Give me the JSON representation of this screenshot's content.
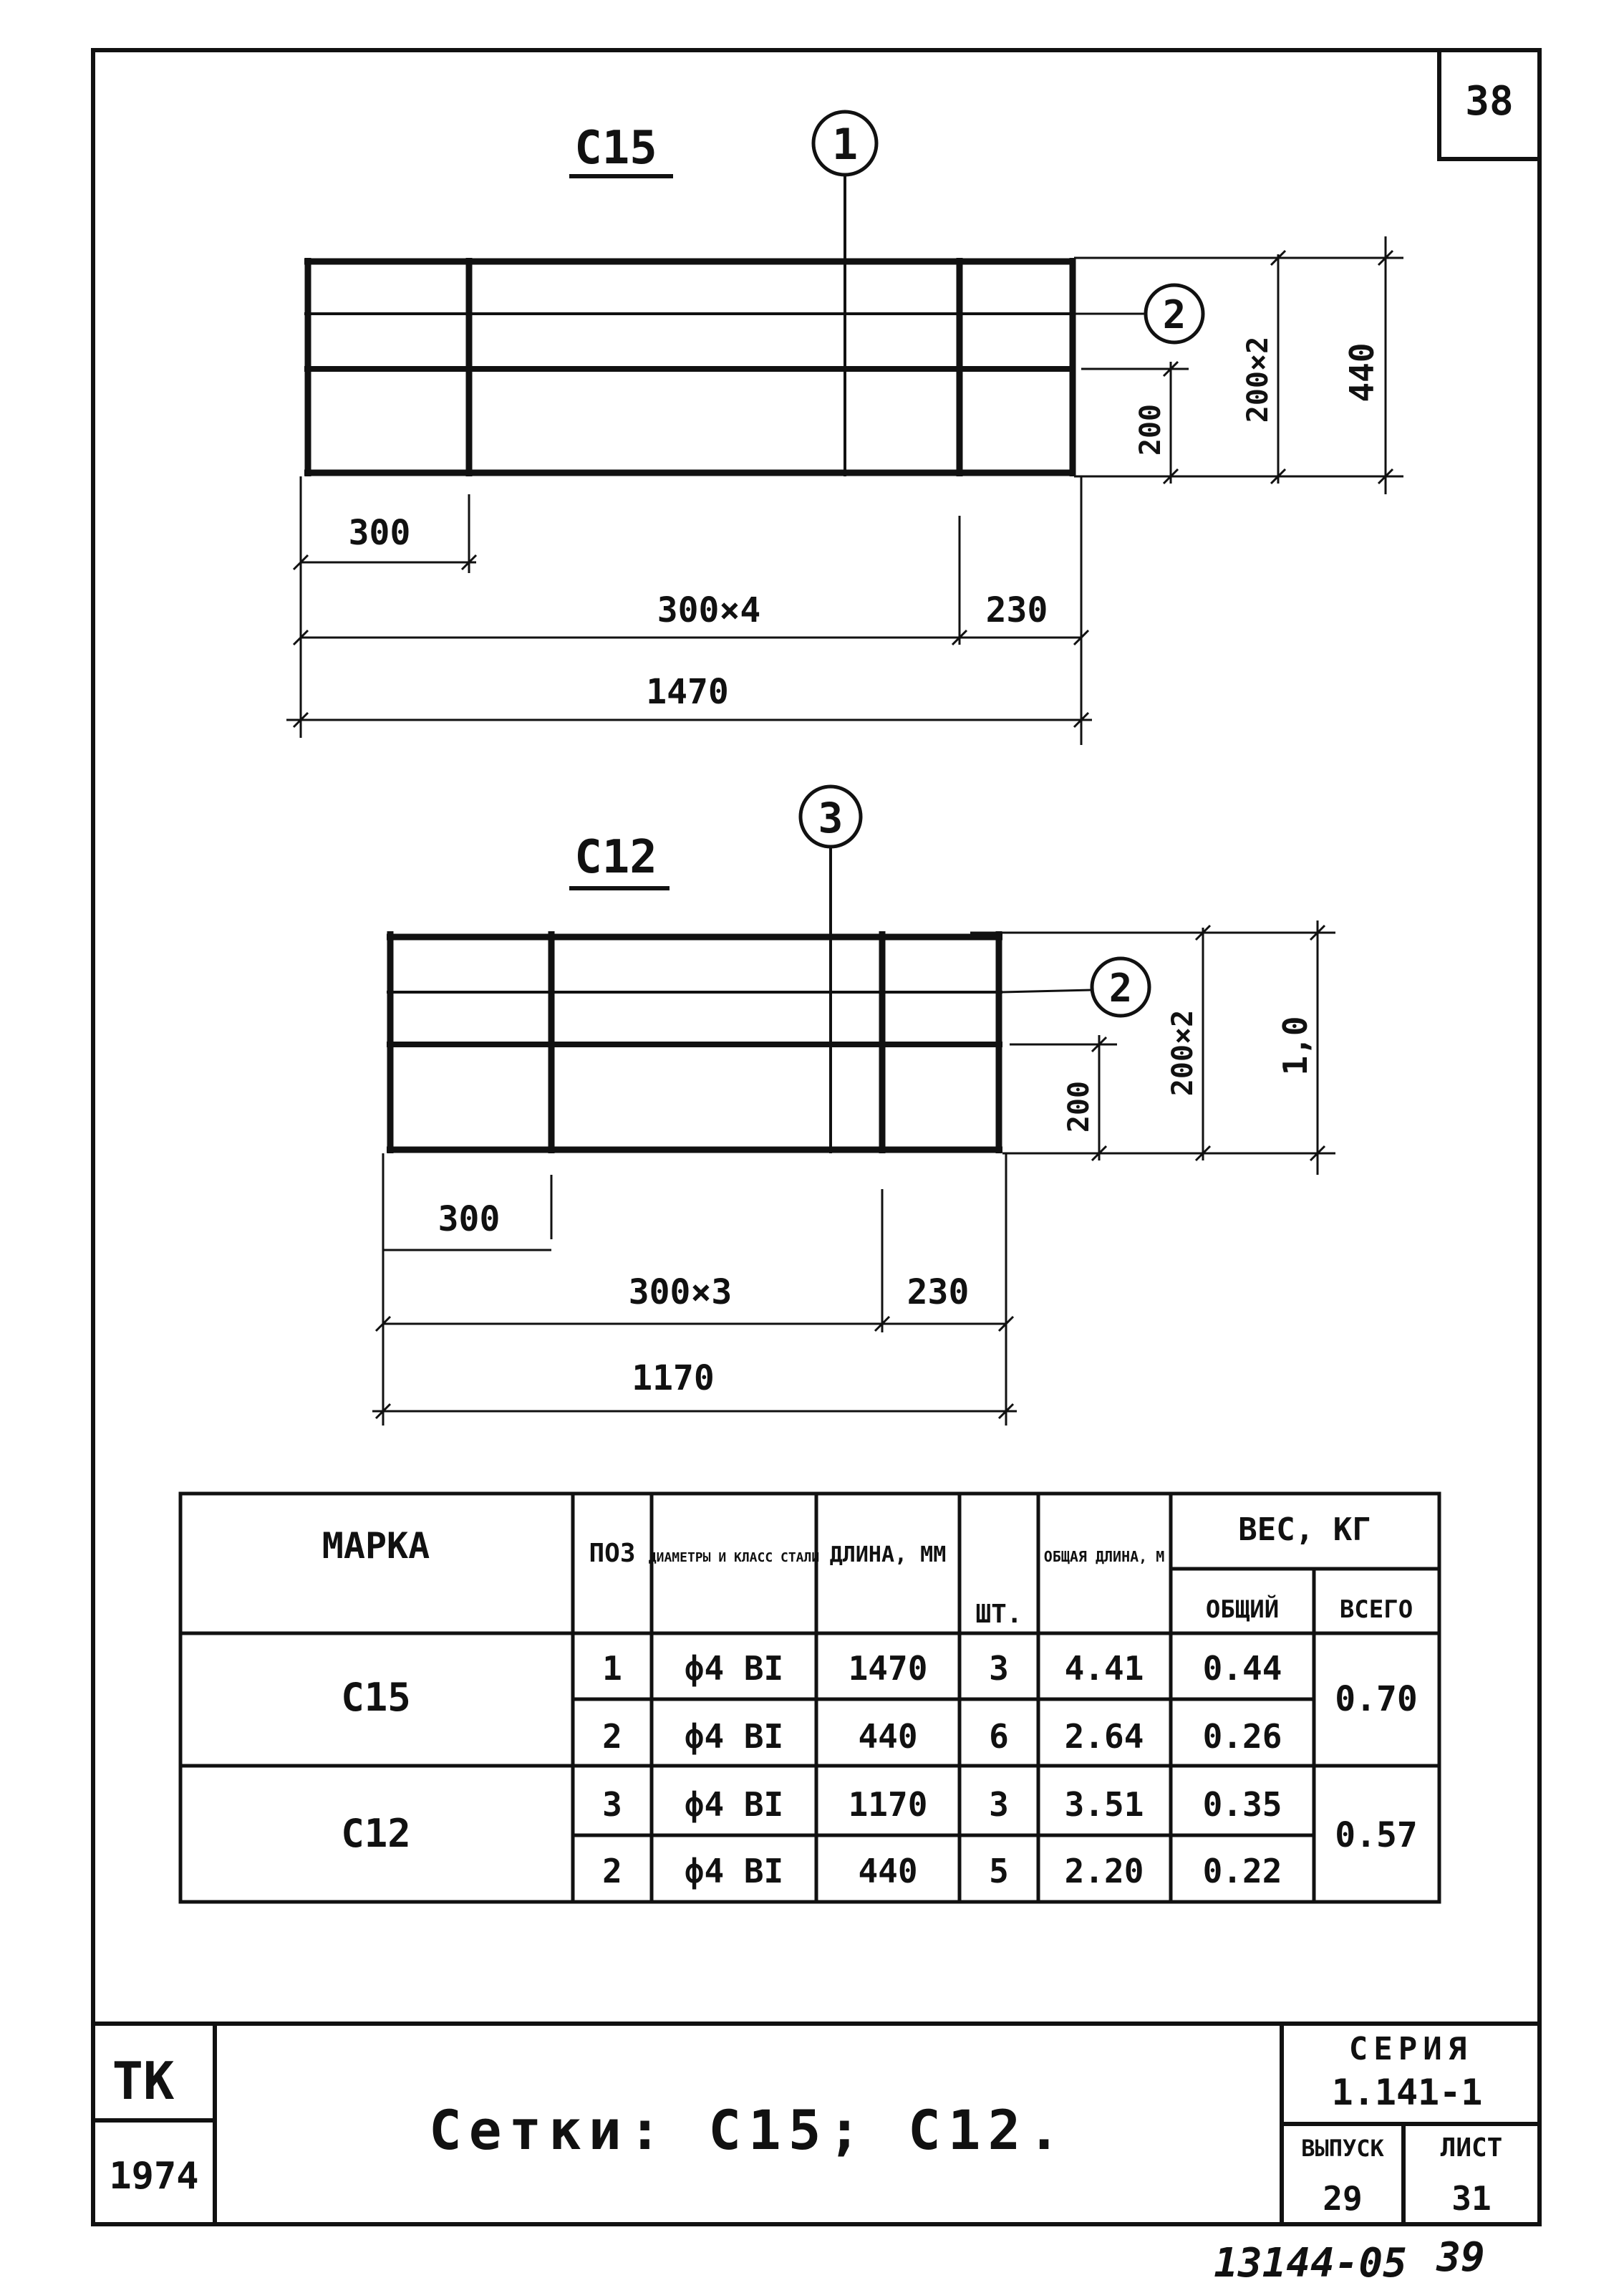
{
  "sheet_corner_number": "38",
  "drawings": {
    "c15": {
      "title": "С15",
      "callout_top": "1",
      "callout_right": "2",
      "dims": {
        "first_span": "300",
        "middle_span": "300×4",
        "last_span": "230",
        "total_length": "1470",
        "inner_height": "200",
        "double_height": "200×2",
        "total_height": "440"
      }
    },
    "c12": {
      "title": "С12",
      "callout_top": "3",
      "callout_right": "2",
      "dims": {
        "first_span": "300",
        "middle_span": "300×3",
        "last_span": "230",
        "total_length": "1170",
        "inner_height": "200",
        "double_height": "200×2",
        "total_height": "1,0"
      }
    }
  },
  "spec_table": {
    "headers": {
      "mark": "МАРКА",
      "pos": "ПОЗ",
      "diam": "ДИАМЕТРЫ И КЛАСС СТАЛИ",
      "length": "ДЛИНА, ММ",
      "qty": "ШТ.",
      "total_length": "ОБЩАЯ ДЛИНА, М",
      "weight": "ВЕС, КГ",
      "weight_each": "ОБЩИЙ",
      "weight_total": "ВСЕГО"
    },
    "groups": [
      {
        "mark": "С15",
        "total": "0.70",
        "rows": [
          {
            "pos": "1",
            "diam": "ф4 ВI",
            "length": "1470",
            "qty": "3",
            "total_length": "4.41",
            "weight": "0.44"
          },
          {
            "pos": "2",
            "diam": "ф4 ВI",
            "length": "440",
            "qty": "6",
            "total_length": "2.64",
            "weight": "0.26"
          }
        ]
      },
      {
        "mark": "С12",
        "total": "0.57",
        "rows": [
          {
            "pos": "3",
            "diam": "ф4 ВI",
            "length": "1170",
            "qty": "3",
            "total_length": "3.51",
            "weight": "0.35"
          },
          {
            "pos": "2",
            "diam": "ф4 ВI",
            "length": "440",
            "qty": "5",
            "total_length": "2.20",
            "weight": "0.22"
          }
        ]
      }
    ]
  },
  "title_block": {
    "org": "ТК",
    "year": "1974",
    "title": "Сетки: С15; С12.",
    "series_label": "СЕРИЯ",
    "series_value": "1.141-1",
    "issue_label": "ВЫПУСК",
    "issue_value": "29",
    "sheet_label": "ЛИСТ",
    "sheet_value": "31"
  },
  "footer_note": "13144-05",
  "footer_page": "39"
}
